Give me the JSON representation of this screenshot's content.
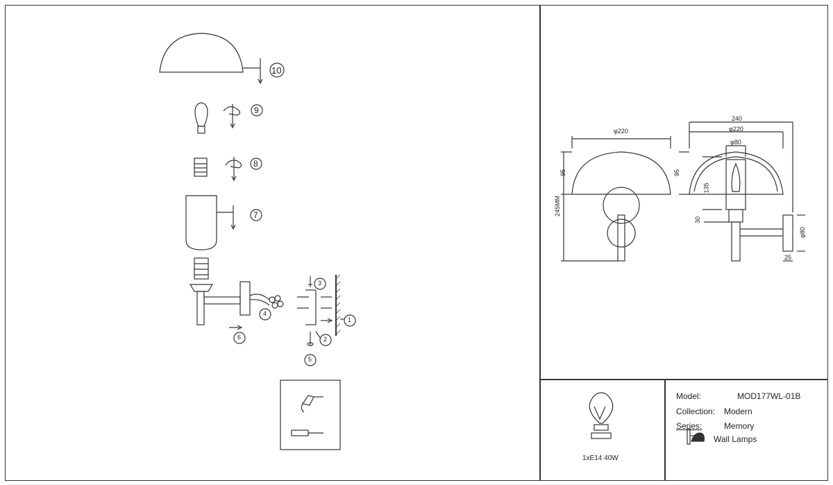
{
  "assembly_steps": [
    "10",
    "9",
    "8",
    "7",
    "1",
    "2",
    "3",
    "4",
    "5",
    "6"
  ],
  "dimensions": {
    "front_diameter": "φ220",
    "front_height_shade": "95",
    "front_total_height": "245MM",
    "side_width": "240",
    "side_diameter": "φ220",
    "side_inner_diameter": "φ80",
    "side_height_shade": "95",
    "side_height_inner": "135",
    "side_height_small": "30",
    "side_base_diameter": "φ80",
    "side_base_depth": "25"
  },
  "bulb_spec": "1xE14 40W",
  "info": {
    "model_label": "Model:",
    "model_value": "MOD177WL-01B",
    "collection_label": "Collection:",
    "collection_value": "Modern",
    "series_label": "Series:",
    "series_value": "Memory",
    "type_value": "Wall Lamps"
  }
}
